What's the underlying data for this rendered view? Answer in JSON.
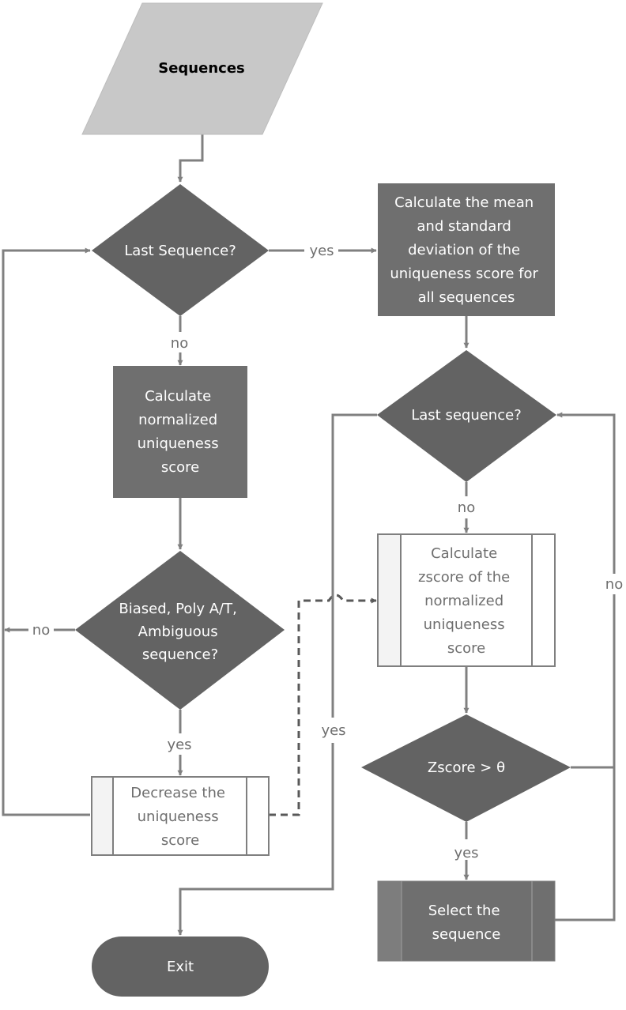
{
  "nodes": {
    "sequences": "Sequences",
    "last_sequence_1": "Last Sequence?",
    "calc_mean": [
      "Calculate the mean",
      "and standard",
      "deviation of the",
      "uniqueness score for",
      "all sequences"
    ],
    "calc_normalized": [
      "Calculate",
      "normalized",
      "uniqueness",
      "score"
    ],
    "last_sequence_2": "Last sequence?",
    "biased": [
      "Biased, Poly A/T,",
      "Ambiguous",
      "sequence?"
    ],
    "calc_zscore": [
      "Calculate",
      "zscore of the",
      "normalized",
      "uniqueness",
      "score"
    ],
    "decrease": [
      "Decrease the",
      "uniqueness",
      "score"
    ],
    "zscore_cond": "Zscore > θ",
    "select": [
      "Select the",
      "sequence"
    ],
    "exit": "Exit"
  },
  "edges": {
    "yes_1": "yes",
    "no_1": "no",
    "no_2": "no",
    "yes_2": "yes",
    "no_3": "no",
    "no_4": "no",
    "yes_3": "yes",
    "yes_4": "yes"
  },
  "colors": {
    "dark_fill": "#636363",
    "medium_fill": "#6f6f6f",
    "light_fill": "#c8c8c8",
    "outline": "#7f7f7f",
    "connector": "#808080"
  }
}
